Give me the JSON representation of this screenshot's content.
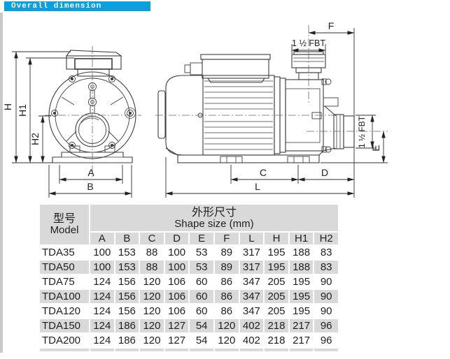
{
  "header": {
    "title": "Overall dimension"
  },
  "colors": {
    "header_bg": "#0b9fdc",
    "header_fg": "#ffffff",
    "row_shade": "#d9d9d9",
    "line": "#3c3c3c"
  },
  "front_view": {
    "description": "pump front view technical drawing",
    "dims": {
      "H": "H",
      "H1": "H1",
      "H2": "H2",
      "A": "A",
      "B": "B"
    }
  },
  "side_view": {
    "description": "pump side view technical drawing",
    "dims": {
      "C": "C",
      "D": "D",
      "E": "E",
      "F": "F",
      "L": "L"
    },
    "top_port_label": "1 ½ FBT",
    "side_port_label": "1 ½ FBT"
  },
  "table": {
    "model_header": {
      "zh": "型号",
      "en": "Model"
    },
    "size_header": {
      "zh": "外形尺寸",
      "en": "Shape size (mm)"
    },
    "columns": [
      "A",
      "B",
      "C",
      "D",
      "E",
      "F",
      "L",
      "H",
      "H1",
      "H2"
    ],
    "rows": [
      {
        "model": "TDA35",
        "values": [
          100,
          153,
          88,
          100,
          53,
          89,
          317,
          195,
          188,
          83
        ],
        "shaded": false
      },
      {
        "model": "TDA50",
        "values": [
          100,
          153,
          88,
          100,
          53,
          89,
          317,
          195,
          188,
          83
        ],
        "shaded": true
      },
      {
        "model": "TDA75",
        "values": [
          124,
          156,
          120,
          106,
          60,
          86,
          347,
          205,
          195,
          90
        ],
        "shaded": false
      },
      {
        "model": "TDA100",
        "values": [
          124,
          156,
          120,
          106,
          60,
          86,
          347,
          205,
          195,
          90
        ],
        "shaded": true
      },
      {
        "model": "TDA120",
        "values": [
          124,
          156,
          120,
          106,
          60,
          86,
          347,
          205,
          195,
          90
        ],
        "shaded": false
      },
      {
        "model": "TDA150",
        "values": [
          124,
          186,
          120,
          127,
          54,
          120,
          402,
          218,
          217,
          96
        ],
        "shaded": true
      },
      {
        "model": "TDA200",
        "values": [
          124,
          186,
          120,
          127,
          54,
          120,
          402,
          218,
          217,
          96
        ],
        "shaded": false
      }
    ],
    "partial_next_row_visible": true
  }
}
